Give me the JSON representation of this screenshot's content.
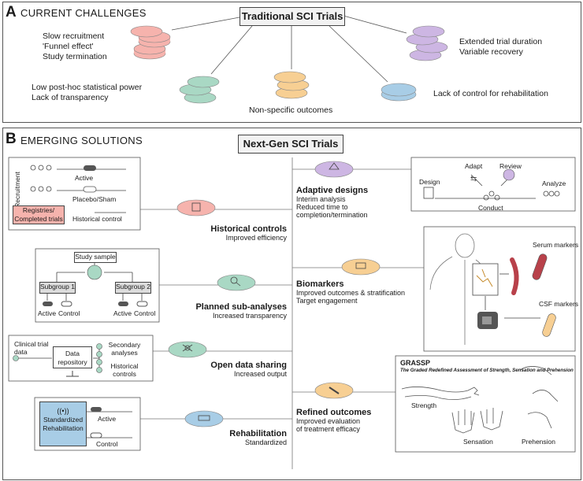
{
  "section_a": {
    "letter": "A",
    "title": "CURRENT CHALLENGES",
    "center_label": "Traditional SCI Trials",
    "challenges": [
      {
        "lines": [
          "Slow recruitment",
          "'Funnel effect'",
          "Study termination"
        ],
        "color": "#f6b3ad"
      },
      {
        "lines": [
          "Extended trial duration",
          "Variable recovery"
        ],
        "color": "#cdb6e3"
      },
      {
        "lines": [
          "Low post-hoc statistical power",
          "Lack of transparency"
        ],
        "color": "#a9d8c4"
      },
      {
        "lines": [
          "Non-specific outcomes"
        ],
        "color": "#f7cf93"
      },
      {
        "lines": [
          "Lack of control for rehabilitation"
        ],
        "color": "#a8cde6"
      }
    ]
  },
  "section_b": {
    "letter": "B",
    "title": "EMERGING SOLUTIONS",
    "center_label": "Next-Gen SCI Trials",
    "left_solutions": [
      {
        "title": "Historical controls",
        "subtitle": "Improved efficiency",
        "color": "#f6b3ad"
      },
      {
        "title": "Planned sub-analyses",
        "subtitle": "Increased transparency",
        "color": "#a9d8c4"
      },
      {
        "title": "Open data sharing",
        "subtitle": "Increased output",
        "color": "#a9d8c4"
      },
      {
        "title": "Rehabilitation",
        "subtitle": "Standardized",
        "color": "#a8cde6"
      }
    ],
    "right_solutions": [
      {
        "title": "Adaptive designs",
        "subtitle": [
          "Interim analysis",
          "Reduced time to",
          "completion/termination"
        ],
        "color": "#cdb6e3"
      },
      {
        "title": "Biomarkers",
        "subtitle": [
          "Improved outcomes & stratification",
          "Target engagement"
        ],
        "color": "#f7cf93"
      },
      {
        "title": "Refined outcomes",
        "subtitle": [
          "Improved evaluation",
          "of treatment efficacy"
        ],
        "color": "#f7cf93"
      }
    ],
    "historical_panel": {
      "recruitment": "Recruitment",
      "active": "Active",
      "placebo": "Placebo/Sham",
      "registries": "Registries/ Completed trials",
      "historical": "Historical control"
    },
    "subanalyses_panel": {
      "study_sample": "Study sample",
      "subgroup1": "Subgroup 1",
      "subgroup2": "Subgroup 2",
      "active": "Active",
      "control": "Control"
    },
    "open_data_panel": {
      "clinical": "Clinical trial data",
      "repository": "Data repository",
      "secondary": "Secondary analyses",
      "historical": "Historical controls"
    },
    "rehab_panel": {
      "standardized": "Standardized Rehabilitation",
      "active": "Active",
      "control": "Control"
    },
    "adaptive_panel": {
      "design": "Design",
      "adapt": "Adapt",
      "review": "Review",
      "conduct": "Conduct",
      "analyze": "Analyze"
    },
    "biomarker_panel": {
      "serum": "Serum markers",
      "csf": "CSF markers"
    },
    "grassp_panel": {
      "title": "GRASSP",
      "subtitle": "The Graded Redefined Assessment of Strength, Sensation and Prehension",
      "strength": "Strength",
      "sensation": "Sensation",
      "prehension": "Prehension"
    }
  }
}
